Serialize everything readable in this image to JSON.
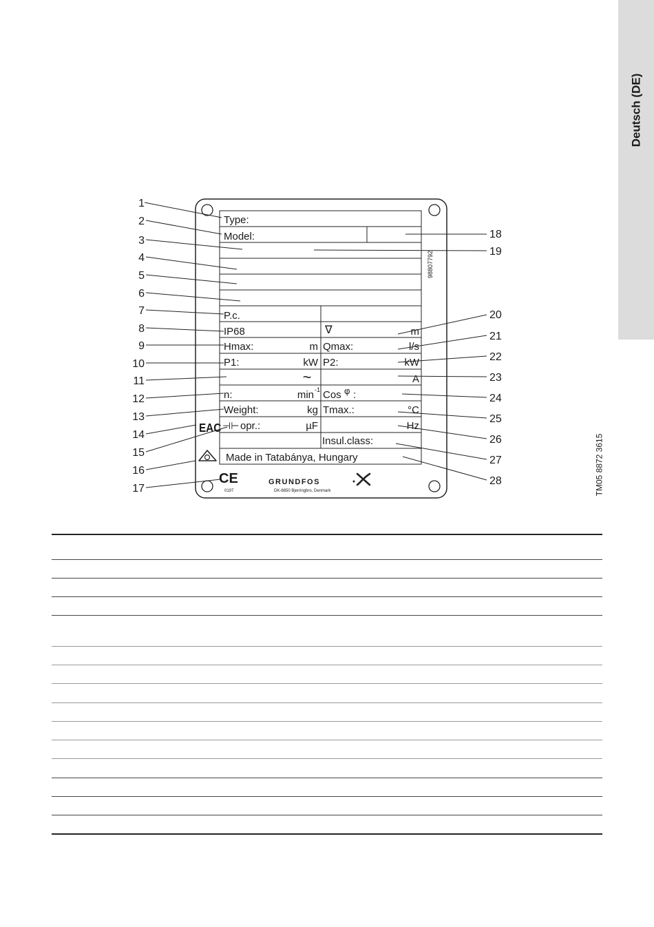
{
  "side_tab": {
    "label": "Deutsch (DE)"
  },
  "figure_code": "TM05 8872 3615",
  "plate": {
    "drawing_number": "98807792",
    "fields": {
      "type": "Type:",
      "model": "Model:",
      "pc": "P.c.",
      "ip": "IP68",
      "water_symbol": "∇",
      "depth_unit": "m",
      "hmax": "Hmax:",
      "hmax_unit": "m",
      "qmax": "Qmax:",
      "qmax_unit": "l/s",
      "p1": "P1:",
      "p1_unit": "kW",
      "p2": "P2:",
      "p2_unit": "kW",
      "ac_symbol": "~",
      "current_unit": "A",
      "speed": "n:",
      "speed_unit": "min",
      "speed_exp": "-1",
      "cos": "Cos",
      "phi": "φ",
      "cos_colon": ":",
      "weight": "Weight:",
      "weight_unit": "kg",
      "tmax": "Tmax.:",
      "tmax_unit": "°C",
      "capacitor_symbol": "⊣⊢",
      "capacitor": "opr.:",
      "capacitor_unit": "µF",
      "freq_unit": "Hz",
      "insulation": "Insul.class:",
      "made_in": "Made in Tatabánya, Hungary",
      "ce_mark": "CE",
      "ce_number": "0197",
      "eac_mark": "EAC",
      "brand": "GRUNDFOS",
      "brand_address": "DK-8850 Bjerringbro, Denmark"
    },
    "callouts_left": [
      "1",
      "2",
      "3",
      "4",
      "5",
      "6",
      "7",
      "8",
      "9",
      "10",
      "11",
      "12",
      "13",
      "14",
      "15",
      "16",
      "17"
    ],
    "callouts_right": [
      "18",
      "19",
      "20",
      "21",
      "22",
      "23",
      "24",
      "25",
      "26",
      "27",
      "28"
    ]
  },
  "legend_table": {
    "rows": 15
  }
}
